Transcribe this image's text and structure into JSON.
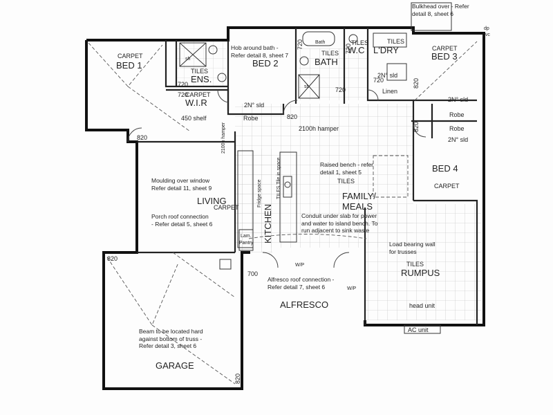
{
  "rooms": {
    "bed1": "BED 1",
    "bed2": "BED 2",
    "bed3": "BED 3",
    "bed4": "BED 4",
    "ens": "ENS.",
    "wir": "W.I.R",
    "bath": "BATH",
    "wc": "W.C",
    "ldry": "L'DRY",
    "living": "LIVING",
    "kitchen": "KITCHEN",
    "family": "FAMILY/",
    "meals": "MEALS",
    "rumpus": "RUMPUS",
    "alfresco": "ALFRESCO",
    "garage": "GARAGE"
  },
  "labels": {
    "carpet": "CARPET",
    "tiles": "TILES",
    "sh": "sh",
    "bath_tub": "Bath",
    "robe": "Robe",
    "linen": "Linen",
    "lam": "Lam.",
    "pantry": "Pantry",
    "shelf": "450 shelf",
    "sld": "2N° sld",
    "hamper": "2100h hamper",
    "hamper_v": "2100h hamper",
    "tiles_space": "TILES Tile in space",
    "fridge": "Fridge space",
    "dp": "dp",
    "pvc": "pvc",
    "wp": "W/P",
    "ac": "AC unit",
    "head_unit": "head unit"
  },
  "dims": {
    "d720": "720",
    "d820": "820",
    "d700": "700"
  },
  "notes": {
    "bulkhead_1": "Bulkhead over - Refer",
    "bulkhead_2": "detail 8, sheet 6",
    "hob_1": "Hob around bath -",
    "hob_2": "Refer detail 8, sheet 7",
    "moulding_1": "Moulding over window",
    "moulding_2": "Refer detail 11, sheet 9",
    "porch_1": "Porch roof connection",
    "porch_2": "- Refer detail 5, sheet 6",
    "raised_1": "Raised bench - refer",
    "raised_2": "detail 1, sheet 5",
    "conduit_1": "Conduit under slab for power",
    "conduit_2": "and water to island bench. To",
    "conduit_3": "run adjacent to sink waste",
    "load_1": "Load bearing wall",
    "load_2": "for trusses",
    "alfresco_1": "Alfresco roof connection -",
    "alfresco_2": "Refer detail 7, sheet 6",
    "beam_1": "Beam to be located hard",
    "beam_2": "against bottom of truss -",
    "beam_3": "Refer detail 3, sheet 6"
  }
}
